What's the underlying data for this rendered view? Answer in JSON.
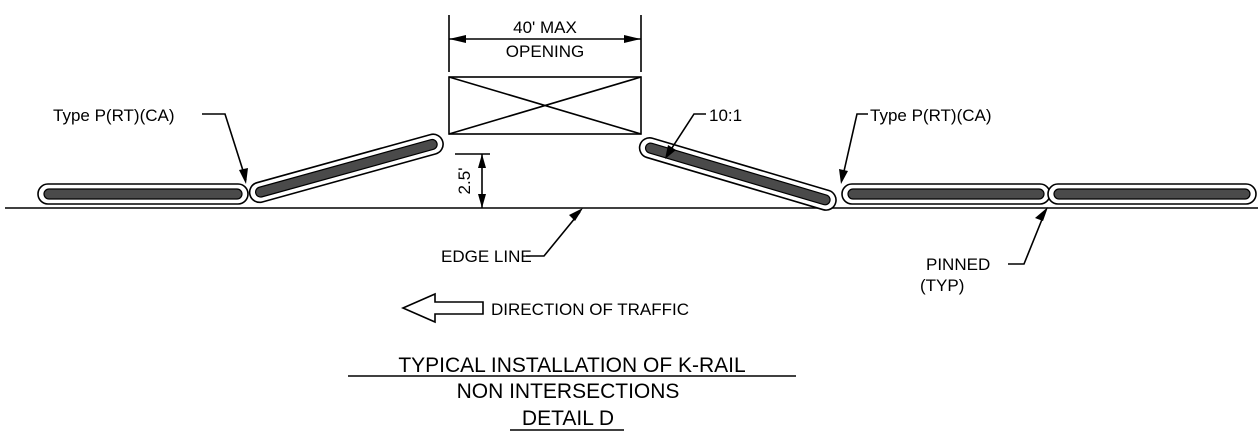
{
  "labels": {
    "opening_top": "40' MAX",
    "opening_bottom": "OPENING",
    "type_left": "Type P(RT)(CA)",
    "type_right": "Type P(RT)(CA)",
    "slope": "10:1",
    "height": "2.5'",
    "edge_line": "EDGE LINE",
    "pinned": "PINNED",
    "pinned_typ": "(TYP)",
    "direction": "DIRECTION OF TRAFFIC"
  },
  "title": {
    "line1": "TYPICAL INSTALLATION OF K-RAIL",
    "line2": "NON INTERSECTIONS",
    "line3": "DETAIL D"
  }
}
